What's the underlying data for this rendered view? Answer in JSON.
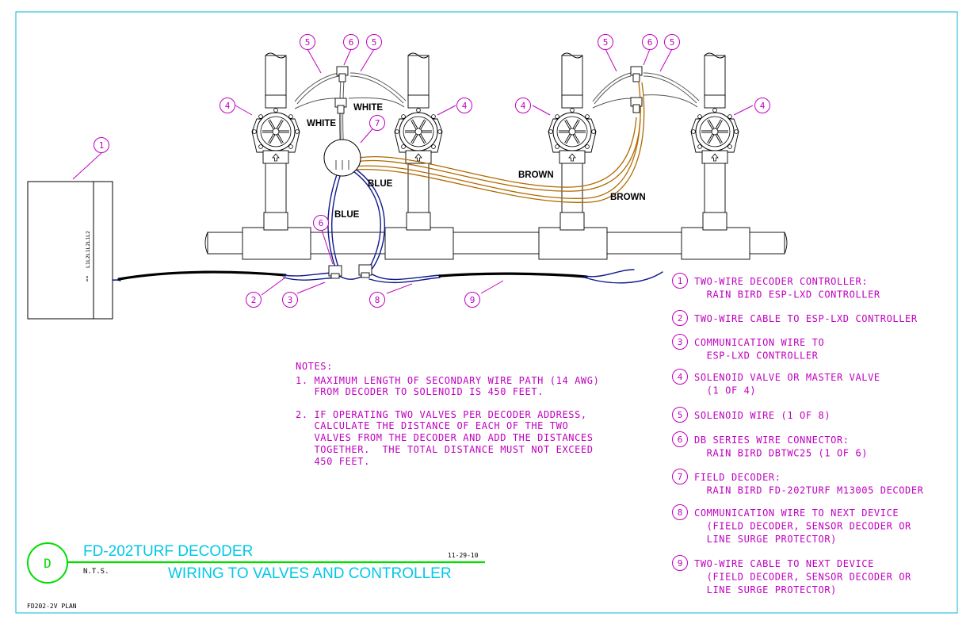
{
  "colors": {
    "callout": "#c000c0",
    "blue_wire": "#101a8c",
    "brown_wire": "#b06a00",
    "title_text": "#00c8e6",
    "title_line": "#00dd00",
    "border": "#00b8d4"
  },
  "callout_numbers": [
    "1",
    "2",
    "3",
    "4",
    "5",
    "6",
    "7",
    "8",
    "9"
  ],
  "wire_labels": {
    "white_1": "WHITE",
    "white_2": "WHITE",
    "blue_1": "BLUE",
    "blue_2": "BLUE",
    "brown_1": "BROWN",
    "brown_2": "BROWN"
  },
  "controller_terminals": "L1L2L1L2L1L2",
  "notes": {
    "heading": "NOTES:",
    "lines": [
      "1. MAXIMUM LENGTH OF SECONDARY WIRE PATH (14 AWG)",
      "   FROM DECODER TO SOLENOID IS 450 FEET.",
      "",
      "2. IF OPERATING TWO VALVES PER DECODER ADDRESS,",
      "   CALCULATE THE DISTANCE OF EACH OF THE TWO",
      "   VALVES FROM THE DECODER AND ADD THE DISTANCES",
      "   TOGETHER.  THE TOTAL DISTANCE MUST NOT EXCEED",
      "   450 FEET."
    ]
  },
  "legend": [
    {
      "num": "1",
      "lines": [
        "TWO-WIRE DECODER CONTROLLER:",
        "  RAIN BIRD ESP-LXD CONTROLLER"
      ]
    },
    {
      "num": "2",
      "lines": [
        "TWO-WIRE CABLE TO ESP-LXD CONTROLLER"
      ]
    },
    {
      "num": "3",
      "lines": [
        "COMMUNICATION WIRE TO",
        "  ESP-LXD CONTROLLER"
      ]
    },
    {
      "num": "4",
      "lines": [
        "SOLENOID VALVE OR MASTER VALVE",
        "  (1 OF 4)"
      ]
    },
    {
      "num": "5",
      "lines": [
        "SOLENOID WIRE (1 OF 8)"
      ]
    },
    {
      "num": "6",
      "lines": [
        "DB SERIES WIRE CONNECTOR:",
        "  RAIN BIRD DBTWC25 (1 OF 6)"
      ]
    },
    {
      "num": "7",
      "lines": [
        "FIELD DECODER:",
        "  RAIN BIRD FD-202TURF M13005 DECODER"
      ]
    },
    {
      "num": "8",
      "lines": [
        "COMMUNICATION WIRE TO NEXT DEVICE",
        "  (FIELD DECODER, SENSOR DECODER OR",
        "  LINE SURGE PROTECTOR)"
      ]
    },
    {
      "num": "9",
      "lines": [
        "TWO-WIRE CABLE TO NEXT DEVICE",
        "  (FIELD DECODER, SENSOR DECODER OR",
        "  LINE SURGE PROTECTOR)"
      ]
    }
  ],
  "title_block": {
    "detail_letter": "D",
    "title": "FD-202TURF DECODER",
    "subtitle": "WIRING TO VALVES AND CONTROLLER",
    "scale": "N.T.S.",
    "date": "11-29-10",
    "file_name": "FD202-2V PLAN"
  }
}
